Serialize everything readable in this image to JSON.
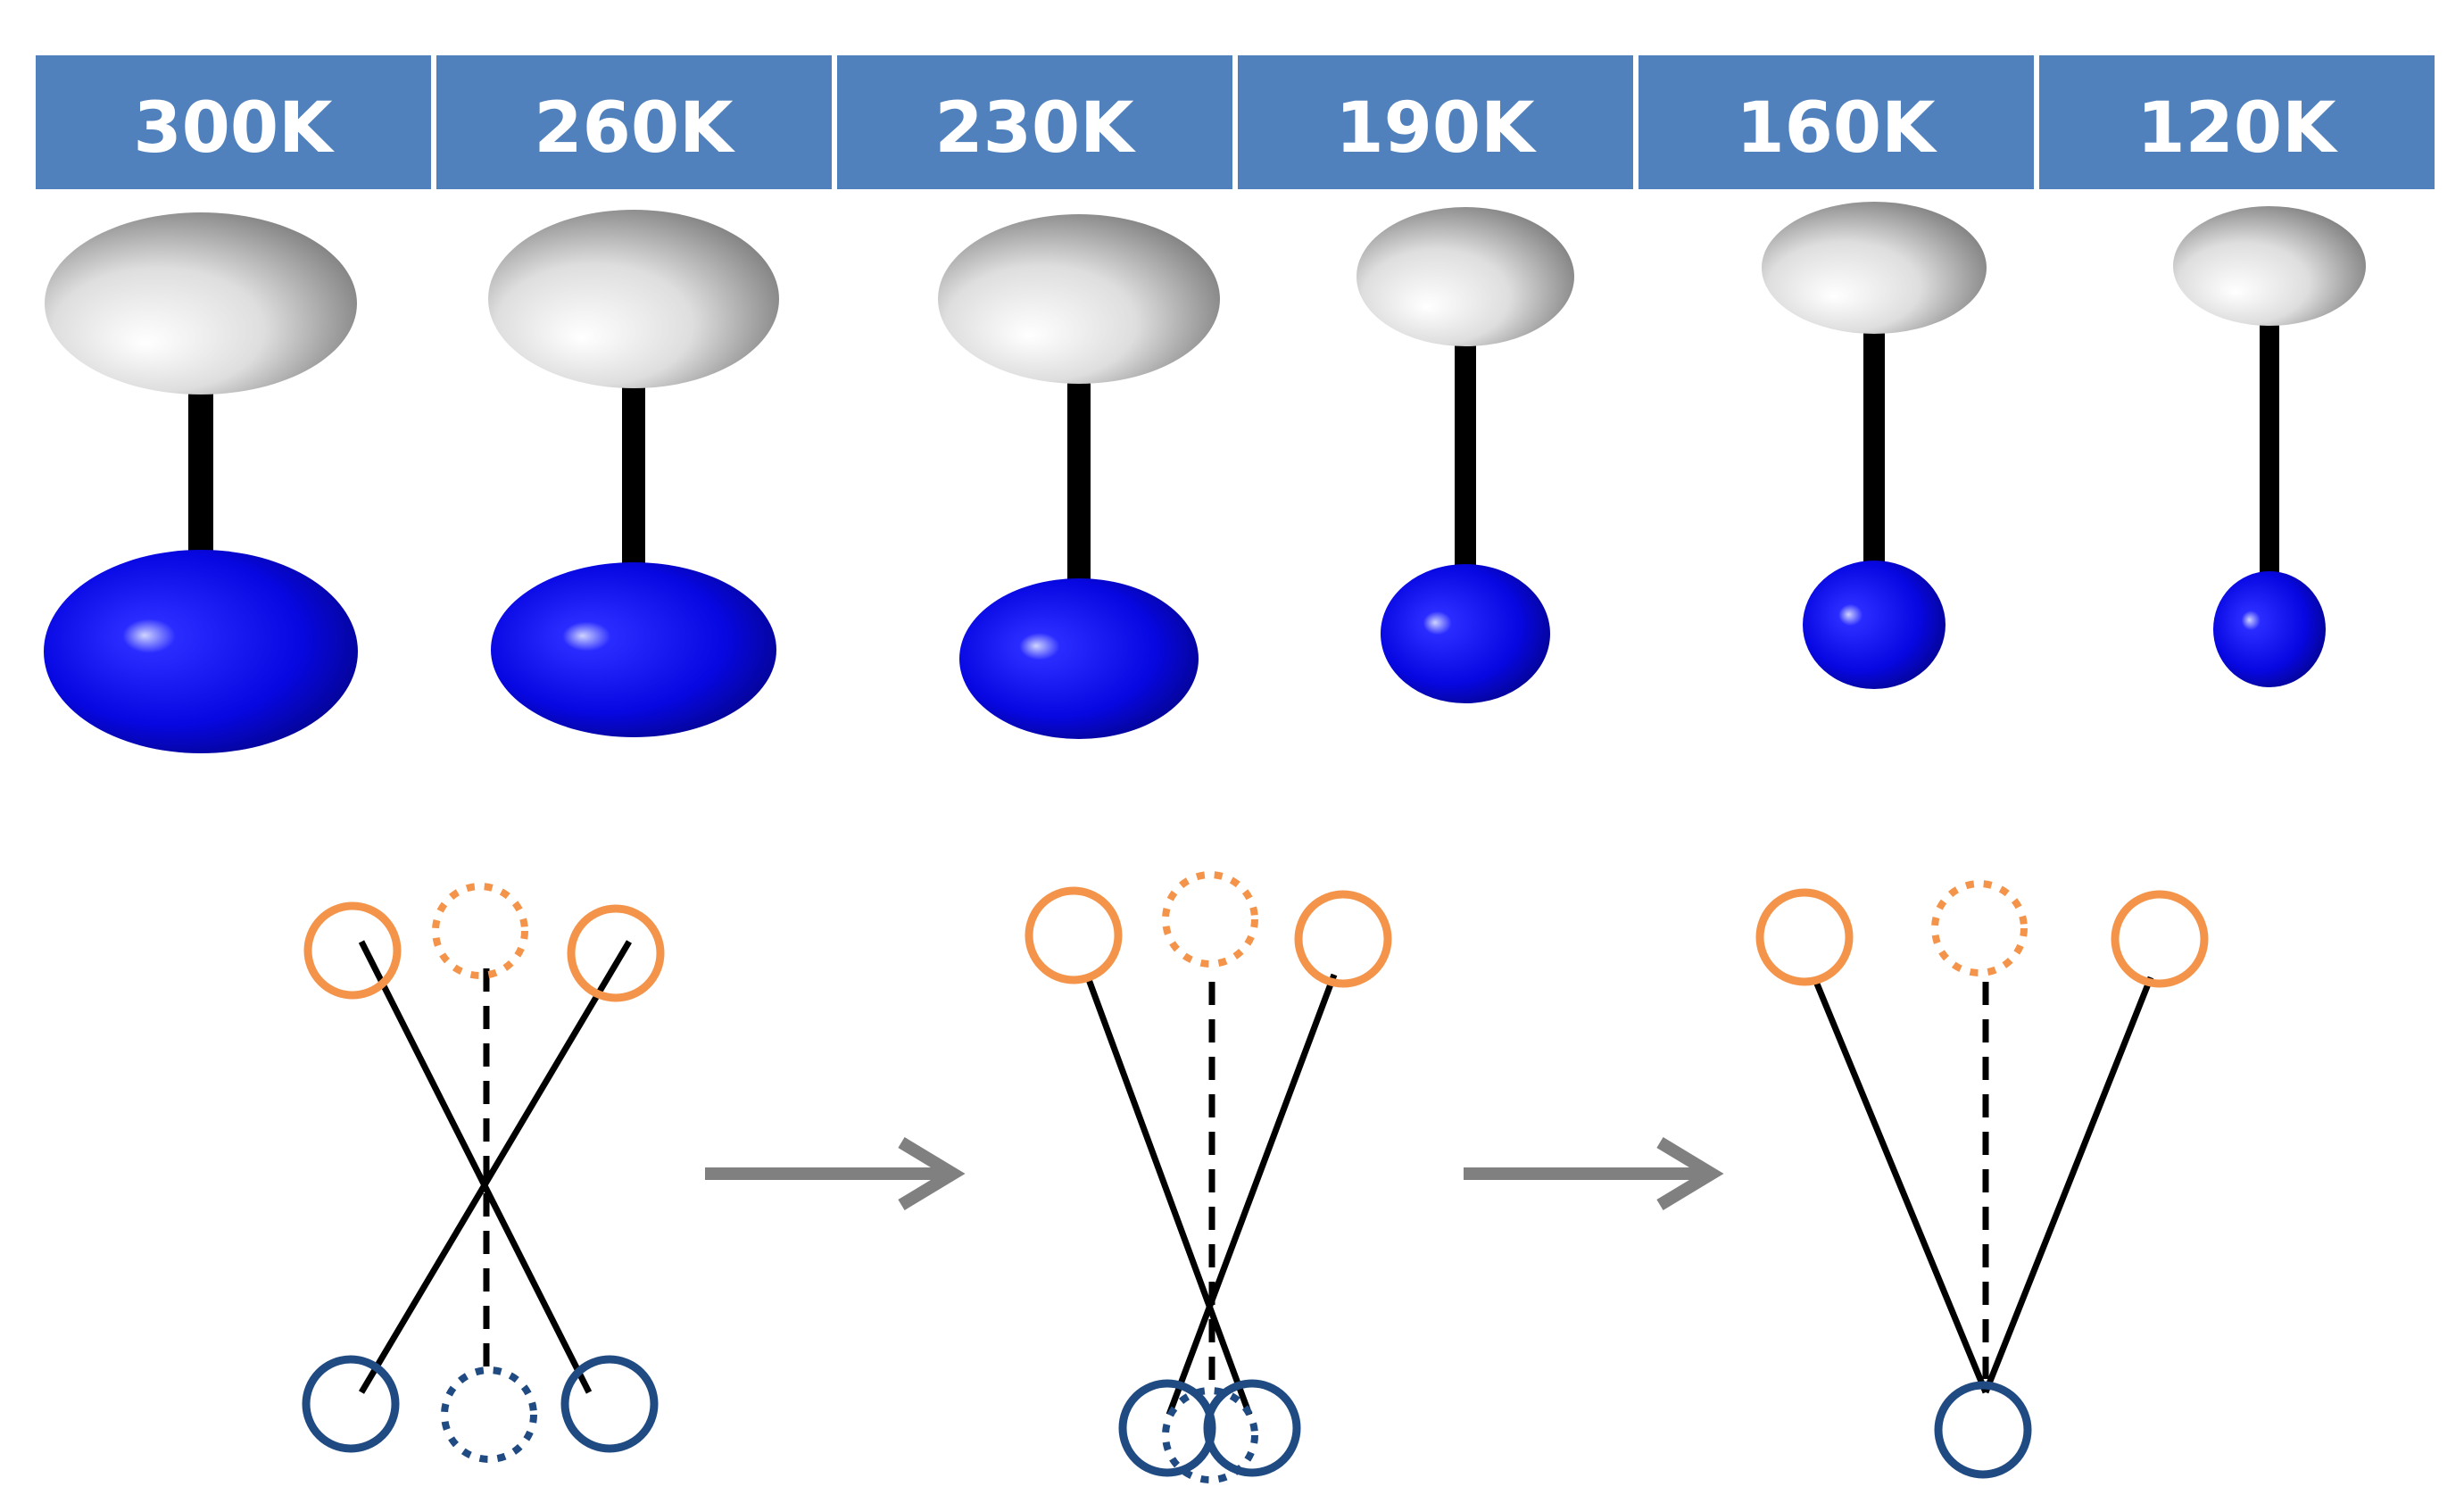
{
  "temperatures": [
    {
      "label": "300K"
    },
    {
      "label": "260K"
    },
    {
      "label": "230K"
    },
    {
      "label": "190K"
    },
    {
      "label": "160K"
    },
    {
      "label": "120K"
    }
  ],
  "colors": {
    "header_bg": "#5081bd",
    "header_text": "#ffffff",
    "upper_atom": "#c8c8c8",
    "lower_atom": "#0a0ae0",
    "bond": "#000000",
    "orange_site": "#f4944a",
    "blue_site": "#1f4a82",
    "arrow": "#808080"
  },
  "schematic_stages": [
    "crossed",
    "near-crossed",
    "converged"
  ]
}
